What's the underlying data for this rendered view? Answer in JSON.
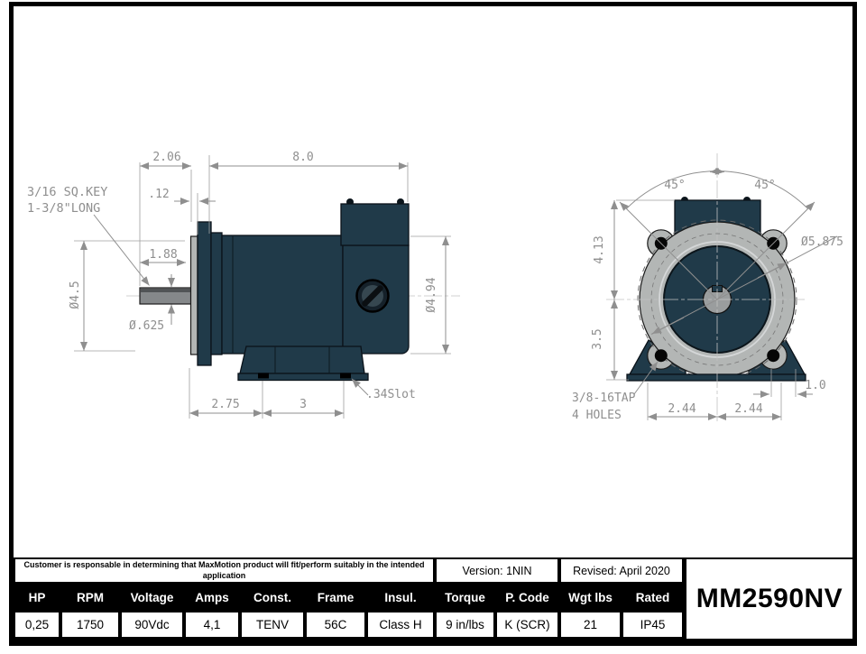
{
  "drawing": {
    "colors": {
      "motor_navy": "#203a49",
      "flange_gray": "#b3b6b5",
      "dim_gray": "#8f8f8f"
    },
    "side": {
      "key_note_1": "3/16 SQ.KEY",
      "key_note_2": "1-3/8\"LONG",
      "shaft_len": "2.06",
      "body_len": "8.0",
      "gap": ".12",
      "key_len": "1.88",
      "flange_dia": "Ø4.5",
      "shaft_dia": "Ø.625",
      "body_dia": "Ø4.94",
      "foot_offset": "2.75",
      "foot_span": "3",
      "slot_note": ".34Slot"
    },
    "front": {
      "angle_l": "45°",
      "angle_r": "45°",
      "h_top": "4.13",
      "h_bot": "3.5",
      "bolt_circle": "Ø5.875",
      "tap_1": "3/8-16TAP",
      "tap_2": "4 HOLES",
      "foot_l": "2.44",
      "foot_r": "2.44",
      "slot_edge": "1.0"
    }
  },
  "table": {
    "disclaimer": "Customer is responsable in determining that MaxMotion product will fit/perform suitably in the intended application",
    "version": "Version: 1NIN",
    "revised": "Revised: April 2020",
    "model": "MM2590NV",
    "columns": [
      {
        "header": "HP",
        "value": "0,25"
      },
      {
        "header": "RPM",
        "value": "1750"
      },
      {
        "header": "Voltage",
        "value": "90Vdc"
      },
      {
        "header": "Amps",
        "value": "4,1"
      },
      {
        "header": "Const.",
        "value": "TENV"
      },
      {
        "header": "Frame",
        "value": "56C"
      },
      {
        "header": "Insul.",
        "value": "Class H"
      },
      {
        "header": "Torque",
        "value": "9 in/lbs"
      },
      {
        "header": "P. Code",
        "value": "K (SCR)"
      },
      {
        "header": "Wgt lbs",
        "value": "21"
      },
      {
        "header": "Rated",
        "value": "IP45"
      }
    ]
  }
}
